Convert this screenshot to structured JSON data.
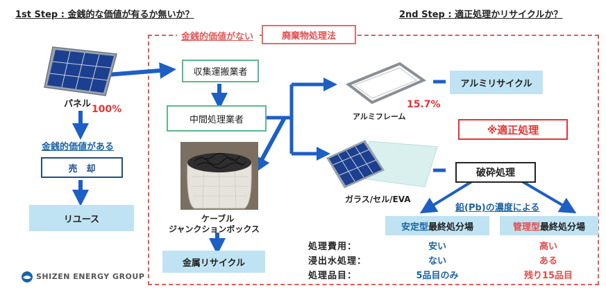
{
  "titles": {
    "step1": "1st Step : 金銭的な価値が有るか無いか？",
    "step2": "2nd Step : 適正処理かリサイクルか？"
  },
  "headers": {
    "no_value": "金銭的価値がない",
    "waste_law": "廃棄物処理法"
  },
  "left": {
    "panel_label": "パネル",
    "panel_pct": "100%",
    "has_value": "金銭的価値がある",
    "sale": "売　却",
    "reuse": "リユース"
  },
  "middle": {
    "collection": "収集運搬業者",
    "intermediate": "中間処理業者",
    "cable_label_1": "ケーブル",
    "cable_label_2": "ジャンクションボックス",
    "metal_recycle": "金属リサイクル"
  },
  "right": {
    "frame_label": "アルミフレーム",
    "frame_pct": "15.7%",
    "aluminium_recycle": "アルミリサイクル",
    "proper_treatment": "※適正処理",
    "glass_label": "ガラス/セル/EVA",
    "crushing": "破砕処理",
    "lead_link": "鉛(Pb)の濃度による",
    "stable_prefix": "安定型",
    "stable_suffix": "最終処分場",
    "managed_prefix": "管理型",
    "managed_suffix": "最終処分場"
  },
  "comparison": {
    "rows": [
      {
        "label": "処理費用：",
        "stable": "安い",
        "managed": "高い"
      },
      {
        "label": "浸出水処理：",
        "stable": "ない",
        "managed": "ある"
      },
      {
        "label": "処理品目：",
        "stable": "5品目のみ",
        "managed": "残り15品目"
      }
    ]
  },
  "logo": {
    "text": "SHIZEN ENERGY GROUP"
  },
  "colors": {
    "arrow_blue": "#1d5fc4",
    "dashed_red": "#e25a5a",
    "accent_red": "#e63232",
    "light_blue": "#bfe3f2"
  }
}
